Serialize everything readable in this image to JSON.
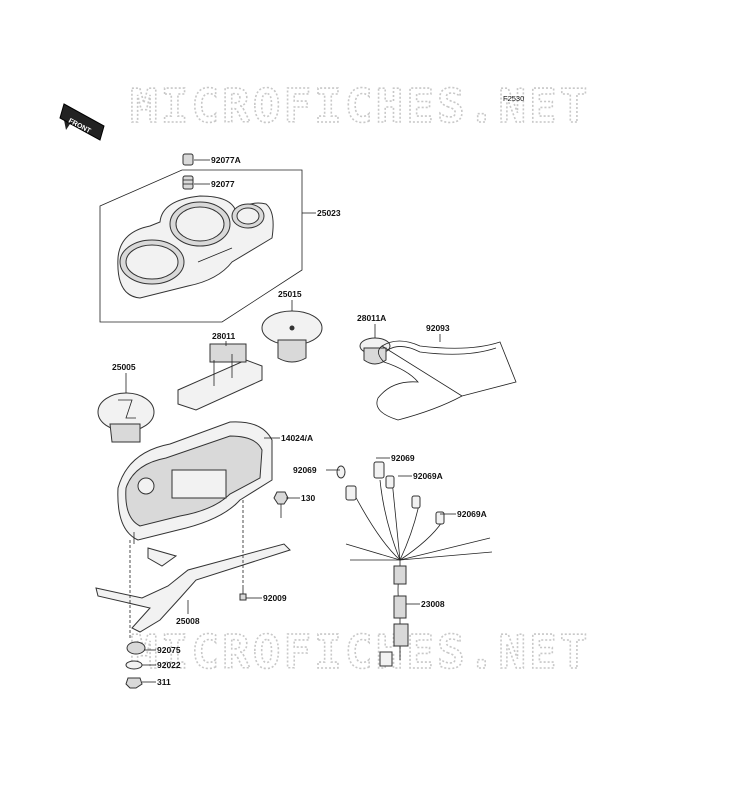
{
  "watermark": {
    "text": "MICROFICHES.NET"
  },
  "figure_id": "F2530",
  "front_arrow": {
    "label": "FRONT"
  },
  "callouts": [
    {
      "id": "c-92077A",
      "text": "92077A"
    },
    {
      "id": "c-92077",
      "text": "92077"
    },
    {
      "id": "c-25023",
      "text": "25023"
    },
    {
      "id": "c-25015",
      "text": "25015"
    },
    {
      "id": "c-28011A",
      "text": "28011A"
    },
    {
      "id": "c-92093",
      "text": "92093"
    },
    {
      "id": "c-28011",
      "text": "28011"
    },
    {
      "id": "c-25005",
      "text": "25005"
    },
    {
      "id": "c-14024A",
      "text": "14024/A"
    },
    {
      "id": "c-92069a",
      "text": "92069"
    },
    {
      "id": "c-92069b",
      "text": "92069"
    },
    {
      "id": "c-92069Aa",
      "text": "92069A"
    },
    {
      "id": "c-130",
      "text": "130"
    },
    {
      "id": "c-92069Ab",
      "text": "92069A"
    },
    {
      "id": "c-92009",
      "text": "92009"
    },
    {
      "id": "c-23008",
      "text": "23008"
    },
    {
      "id": "c-25008",
      "text": "25008"
    },
    {
      "id": "c-92075",
      "text": "92075"
    },
    {
      "id": "c-92022",
      "text": "92022"
    },
    {
      "id": "c-311",
      "text": "311"
    }
  ]
}
